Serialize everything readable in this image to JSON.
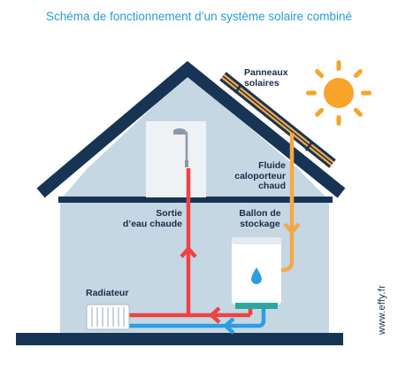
{
  "title": "Schéma de fonctionnement d’un système solaire combiné",
  "labels": {
    "panneaux": "Panneaux\nsolaires",
    "fluide": "Fluide\ncaloporteur\nchaud",
    "sortie": "Sortie\nd’eau chaude",
    "ballon": "Ballon de\nstockage",
    "radiateur": "Radiateur"
  },
  "credit": "www.effy.fr",
  "colors": {
    "title": "#2b9bd3",
    "wall": "#c5d7e2",
    "roof": "#173454",
    "hot": "#ef4245",
    "cold": "#2b9ee3",
    "fluid": "#f5a845",
    "sun": "#f8a32a",
    "text": "#1b2b4b"
  }
}
